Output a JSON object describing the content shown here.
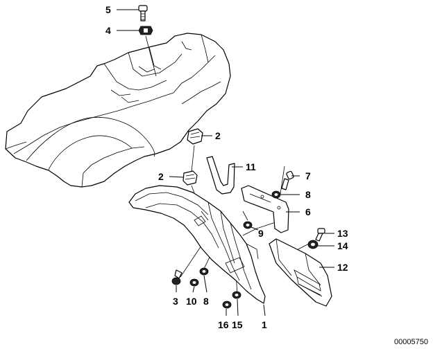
{
  "callouts": [
    {
      "id": "5",
      "label": "5"
    },
    {
      "id": "4",
      "label": "4"
    },
    {
      "id": "2a",
      "label": "2"
    },
    {
      "id": "2b",
      "label": "2"
    },
    {
      "id": "11",
      "label": "11"
    },
    {
      "id": "7",
      "label": "7"
    },
    {
      "id": "8a",
      "label": "8"
    },
    {
      "id": "6",
      "label": "6"
    },
    {
      "id": "9",
      "label": "9"
    },
    {
      "id": "13",
      "label": "13"
    },
    {
      "id": "14",
      "label": "14"
    },
    {
      "id": "12",
      "label": "12"
    },
    {
      "id": "3",
      "label": "3"
    },
    {
      "id": "10",
      "label": "10"
    },
    {
      "id": "8b",
      "label": "8"
    },
    {
      "id": "16",
      "label": "16"
    },
    {
      "id": "15",
      "label": "15"
    },
    {
      "id": "1",
      "label": "1"
    }
  ],
  "drawing_number": "00005750"
}
